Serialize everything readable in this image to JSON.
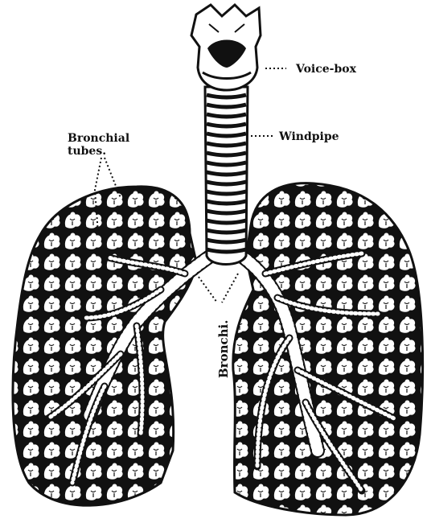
{
  "labels": {
    "voice_box": "Voice-box",
    "windpipe": "Windpipe",
    "bronchial_tubes_line1": "Bronchial",
    "bronchial_tubes_line2": "tubes.",
    "bronchi": "Bronchi."
  },
  "colors": {
    "ink": "#111111",
    "paper": "#ffffff",
    "lobule_fill": "#ffffff"
  }
}
